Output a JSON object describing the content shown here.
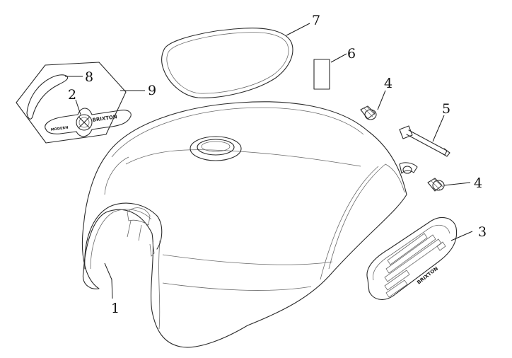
{
  "callouts": {
    "c1": "1",
    "c2": "2",
    "c3": "3",
    "c4a": "4",
    "c4b": "4",
    "c5": "5",
    "c6": "6",
    "c7": "7",
    "c8": "8",
    "c9": "9"
  },
  "badges": {
    "side_emblem_text": "BRIXTON",
    "kneepad_text": "BRIXTON",
    "emblem_sub_text": "MODERN"
  },
  "colors": {
    "line": "#2b2b2b",
    "background": "#ffffff"
  }
}
